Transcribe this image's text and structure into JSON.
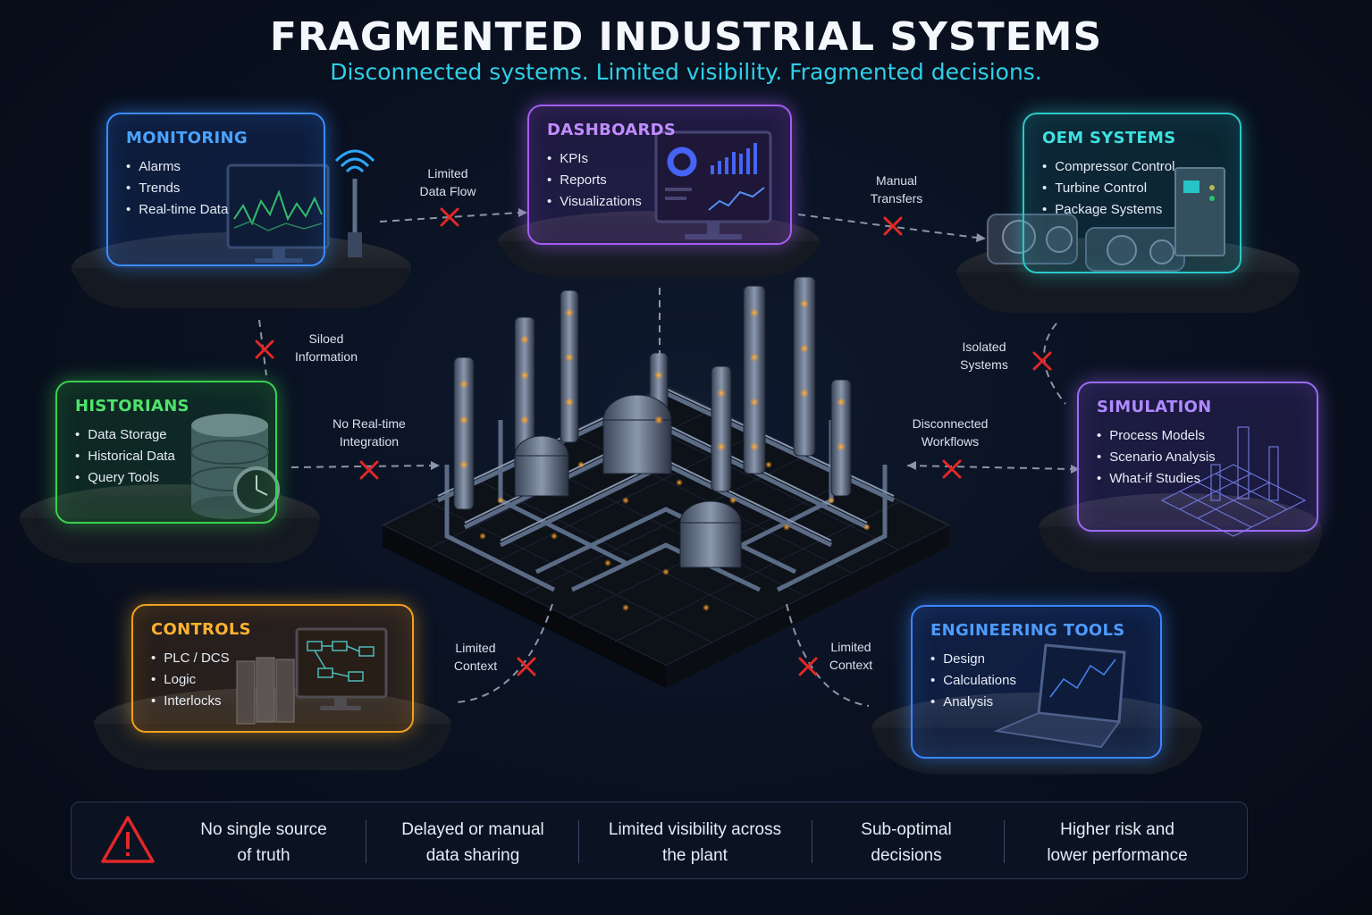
{
  "header": {
    "title": "FRAGMENTED INDUSTRIAL SYSTEMS",
    "subtitle": "Disconnected systems. Limited visibility. Fragmented decisions."
  },
  "systems": {
    "monitoring": {
      "title": "MONITORING",
      "items": [
        "Alarms",
        "Trends",
        "Real-time Data"
      ]
    },
    "dashboards": {
      "title": "DASHBOARDS",
      "items": [
        "KPIs",
        "Reports",
        "Visualizations"
      ]
    },
    "oem": {
      "title": "OEM SYSTEMS",
      "items": [
        "Compressor Control",
        "Turbine Control",
        "Package Systems"
      ]
    },
    "historians": {
      "title": "HISTORIANS",
      "items": [
        "Data Storage",
        "Historical Data",
        "Query Tools"
      ]
    },
    "simulation": {
      "title": "SIMULATION",
      "items": [
        "Process Models",
        "Scenario Analysis",
        "What-if Studies"
      ]
    },
    "controls": {
      "title": "CONTROLS",
      "items": [
        "PLC / DCS",
        "Logic",
        "Interlocks"
      ]
    },
    "engineering": {
      "title": "ENGINEERING TOOLS",
      "items": [
        "Design",
        "Calculations",
        "Analysis"
      ]
    }
  },
  "connections": {
    "limited_data_flow": [
      "Limited",
      "Data Flow"
    ],
    "manual_transfers": [
      "Manual",
      "Transfers"
    ],
    "siloed_information": [
      "Siloed",
      "Information"
    ],
    "isolated_systems": [
      "Isolated",
      "Systems"
    ],
    "no_realtime_integration": [
      "No Real-time",
      "Integration"
    ],
    "disconnected_workflows": [
      "Disconnected",
      "Workflows"
    ],
    "limited_context_left": [
      "Limited",
      "Context"
    ],
    "limited_context_right": [
      "Limited",
      "Context"
    ]
  },
  "footer": {
    "items": [
      [
        "No single source",
        "of truth"
      ],
      [
        "Delayed or manual",
        "data sharing"
      ],
      [
        "Limited visibility across",
        "the plant"
      ],
      [
        "Sub-optimal",
        "decisions"
      ],
      [
        "Higher risk and",
        "lower performance"
      ]
    ]
  },
  "icons": {
    "warning": "warning-triangle-icon",
    "break": "red-x-icon"
  },
  "colors": {
    "monitoring": "#3a8dff",
    "dashboards": "#a45cf0",
    "oem": "#2cc8c8",
    "historians": "#3ccf52",
    "simulation": "#9a6cf5",
    "controls": "#f0a020",
    "engineering": "#3a86ff",
    "break": "#e02828",
    "subtitle": "#2fd0e8"
  }
}
